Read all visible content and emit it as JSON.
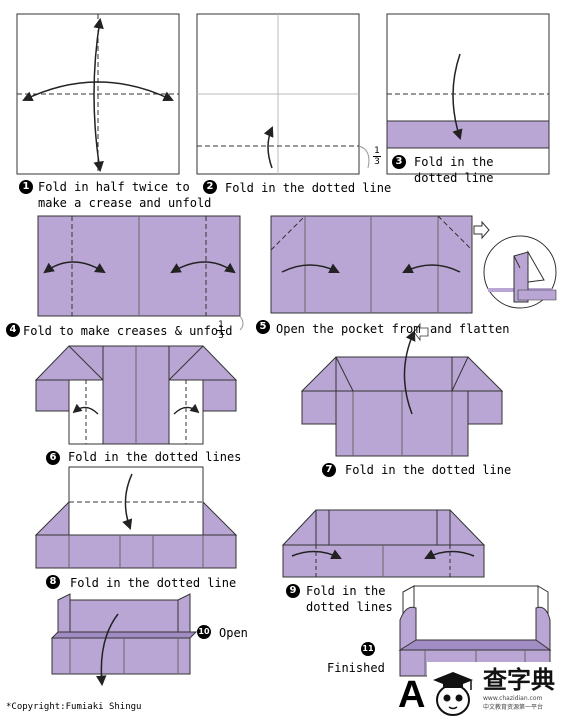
{
  "colors": {
    "paper": "#b9a6d4",
    "paper_dark": "#a28cc4",
    "line": "#333333"
  },
  "steps": [
    {
      "num": "1",
      "lines": [
        "Fold in half twice to",
        "make a crease and unfold"
      ]
    },
    {
      "num": "2",
      "lines": [
        "Fold in the dotted line"
      ]
    },
    {
      "num": "3",
      "lines": [
        "Fold in the",
        "dotted line"
      ]
    },
    {
      "num": "4",
      "lines": [
        "Fold to make creases & unfold"
      ]
    },
    {
      "num": "5",
      "lines": [
        "Open the pocket from",
        "and flatten"
      ]
    },
    {
      "num": "6",
      "lines": [
        "Fold in the dotted lines"
      ]
    },
    {
      "num": "7",
      "lines": [
        "Fold in the dotted line"
      ]
    },
    {
      "num": "8",
      "lines": [
        "Fold in the dotted line"
      ]
    },
    {
      "num": "9",
      "lines": [
        "Fold in the",
        "dotted lines"
      ]
    },
    {
      "num": "10",
      "lines": [
        "Open"
      ]
    },
    {
      "num": "11",
      "lines": [
        "Finished"
      ]
    }
  ],
  "fractions": [
    {
      "numerator": "1",
      "denominator": "3"
    },
    {
      "numerator": "1",
      "denominator": "3"
    }
  ],
  "copyright": "*Copyright:Fumiaki Shingu",
  "big_letter": "A",
  "watermark": {
    "title": "查字典",
    "url": "www.chazidian.com",
    "subtitle": "中文教育资源第一平台",
    "icon": "graduate-mascot-icon"
  }
}
